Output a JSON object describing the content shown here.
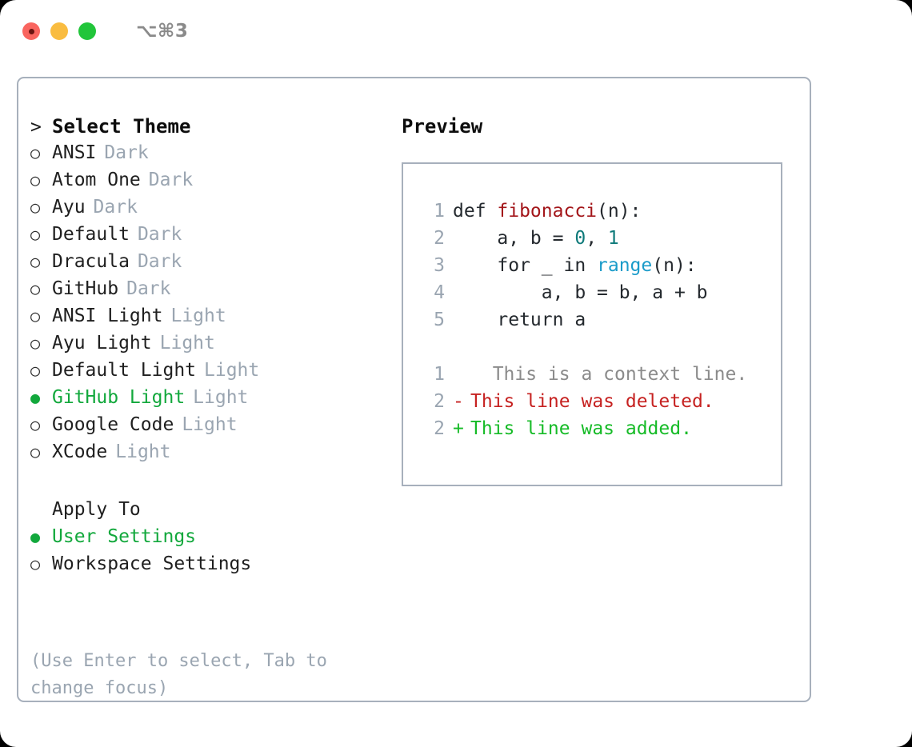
{
  "titlebar": {
    "shortcut": "⌥⌘3",
    "buttons": [
      {
        "name": "close",
        "color": "#f9655f"
      },
      {
        "name": "minimize",
        "color": "#f9bc40"
      },
      {
        "name": "maximize",
        "color": "#21c53a"
      }
    ]
  },
  "theme_section": {
    "heading": "Select Theme",
    "heading_marker": ">",
    "items": [
      {
        "marker": "○",
        "name": "ANSI",
        "suffix": "Dark",
        "selected": false
      },
      {
        "marker": "○",
        "name": "Atom One",
        "suffix": "Dark",
        "selected": false
      },
      {
        "marker": "○",
        "name": "Ayu",
        "suffix": "Dark",
        "selected": false
      },
      {
        "marker": "○",
        "name": "Default",
        "suffix": "Dark",
        "selected": false
      },
      {
        "marker": "○",
        "name": "Dracula",
        "suffix": "Dark",
        "selected": false
      },
      {
        "marker": "○",
        "name": "GitHub",
        "suffix": "Dark",
        "selected": false
      },
      {
        "marker": "○",
        "name": "ANSI Light",
        "suffix": "Light",
        "selected": false
      },
      {
        "marker": "○",
        "name": "Ayu Light",
        "suffix": "Light",
        "selected": false
      },
      {
        "marker": "○",
        "name": "Default Light",
        "suffix": "Light",
        "selected": false
      },
      {
        "marker": "●",
        "name": "GitHub Light",
        "suffix": "Light",
        "selected": true
      },
      {
        "marker": "○",
        "name": "Google Code",
        "suffix": "Light",
        "selected": false
      },
      {
        "marker": "○",
        "name": "XCode",
        "suffix": "Light",
        "selected": false
      }
    ]
  },
  "apply_section": {
    "heading": "Apply To",
    "heading_marker": " ",
    "items": [
      {
        "marker": "●",
        "name": "User Settings",
        "selected": true
      },
      {
        "marker": "○",
        "name": "Workspace Settings",
        "selected": false
      }
    ]
  },
  "hint": "(Use Enter to select, Tab to change focus)",
  "preview": {
    "title": "Preview",
    "code_lines": [
      {
        "no": "1",
        "tokens": [
          {
            "t": "def ",
            "c": "plain"
          },
          {
            "t": "fibonacci",
            "c": "fn"
          },
          {
            "t": "(n):",
            "c": "plain"
          }
        ]
      },
      {
        "no": "2",
        "tokens": [
          {
            "t": "    a, b = ",
            "c": "plain"
          },
          {
            "t": "0",
            "c": "num"
          },
          {
            "t": ", ",
            "c": "plain"
          },
          {
            "t": "1",
            "c": "num"
          }
        ]
      },
      {
        "no": "3",
        "tokens": [
          {
            "t": "    for _ in ",
            "c": "plain"
          },
          {
            "t": "range",
            "c": "builtin"
          },
          {
            "t": "(n):",
            "c": "plain"
          }
        ]
      },
      {
        "no": "4",
        "tokens": [
          {
            "t": "        a, b = b, a + b",
            "c": "plain"
          }
        ]
      },
      {
        "no": "5",
        "tokens": [
          {
            "t": "    return a",
            "c": "plain"
          }
        ]
      }
    ],
    "diff_lines": [
      {
        "no": "1",
        "mark": " ",
        "text": "  This is a context line.",
        "kind": "ctx"
      },
      {
        "no": "2",
        "mark": "-",
        "text": "This line was deleted.",
        "kind": "del"
      },
      {
        "no": "2",
        "mark": "+",
        "text": "This line was added.",
        "kind": "add"
      }
    ]
  },
  "colors": {
    "accent_green": "#12a83c",
    "muted": "#9aa5b1",
    "border": "#a7b0bc",
    "fn_red": "#a3161a",
    "num_teal": "#0f7a7a",
    "builtin_blue": "#1a9bc9",
    "diff_del": "#c62221",
    "diff_add": "#16bb27"
  }
}
